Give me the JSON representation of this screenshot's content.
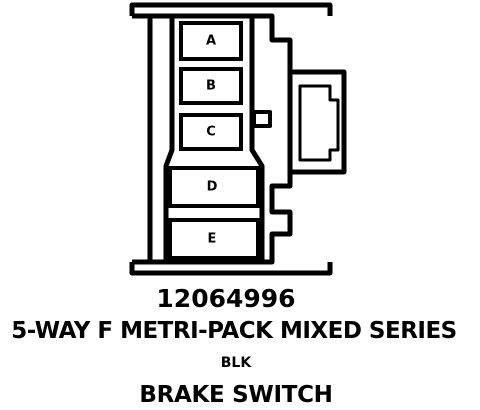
{
  "diagram": {
    "cavities": [
      "A",
      "B",
      "C",
      "D",
      "E"
    ],
    "part_number": "12064996",
    "connector_description": "5-WAY F METRI-PACK MIXED SERIES",
    "color": "BLK",
    "component": "BRAKE SWITCH",
    "line_color": "#000000",
    "background_color": "#ffffff"
  }
}
